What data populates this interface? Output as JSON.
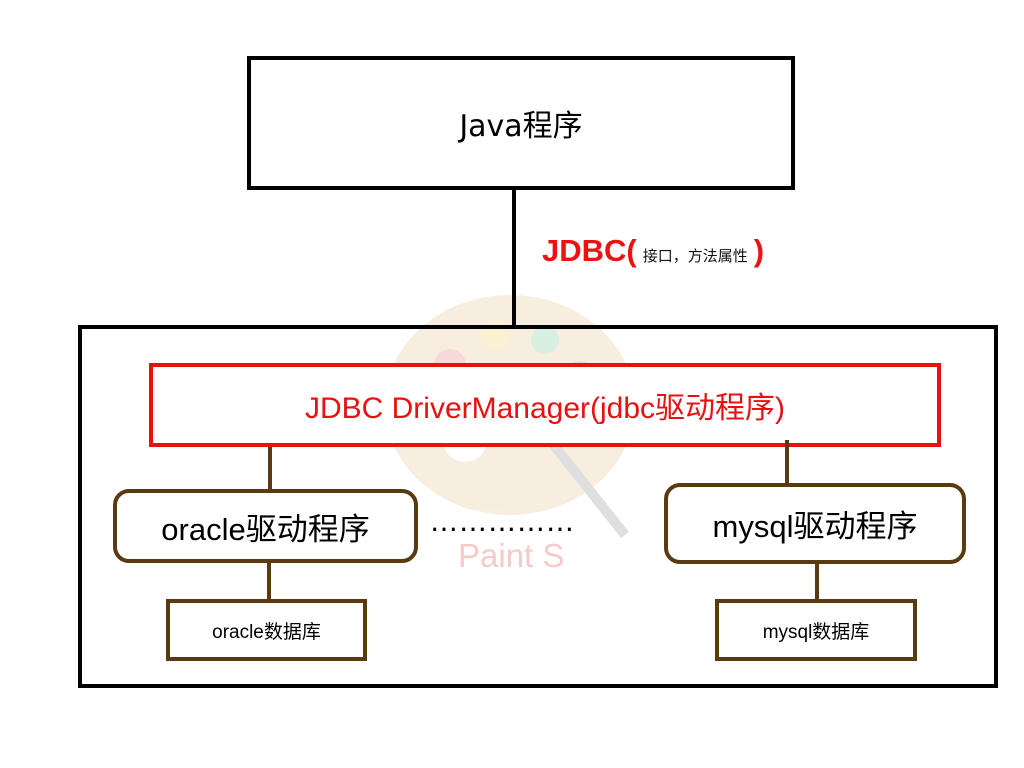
{
  "java_program": {
    "label": "Java程序"
  },
  "jdbc_api": {
    "label": "JDBC(",
    "detail": "接口，方法属性",
    "close": ")"
  },
  "driver_manager": {
    "label": "JDBC DriverManager(jdbc驱动程序)"
  },
  "drivers": [
    {
      "label": "oracle驱动程序"
    },
    {
      "label": "mysql驱动程序"
    }
  ],
  "ellipsis": "……………",
  "databases": [
    {
      "label": "oracle数据库"
    },
    {
      "label": "mysql数据库"
    }
  ],
  "watermark": {
    "text": "Paint S"
  },
  "colors": {
    "accent_red": "#e81010",
    "brown": "#5a3a10",
    "black": "#000000"
  }
}
